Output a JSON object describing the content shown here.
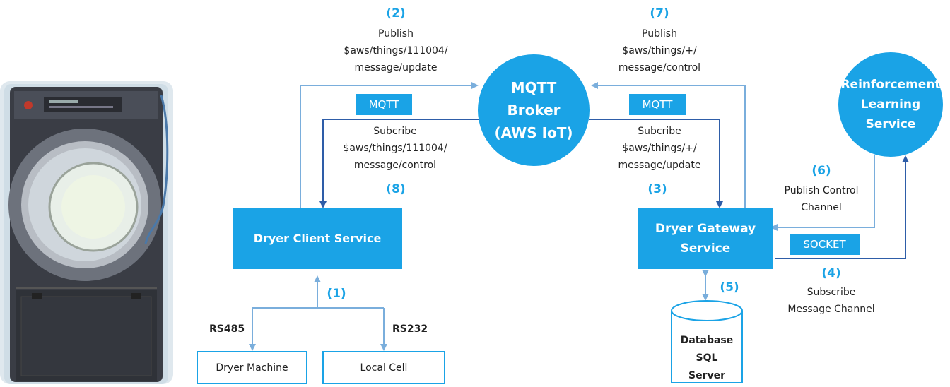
{
  "colors": {
    "accent": "#1aa3e6",
    "arrow_light": "#7aaedc",
    "arrow_dark": "#2e5da8"
  },
  "photo": {
    "icon": "dryer-machine-photo"
  },
  "broker": {
    "lines": [
      "MQTT",
      "Broker",
      "(AWS IoT)"
    ]
  },
  "rl_service": {
    "lines": [
      "Reinforcement",
      "Learning",
      "Service"
    ]
  },
  "client_service": {
    "label": "Dryer Client Service"
  },
  "gateway_service": {
    "lines": [
      "Dryer Gateway",
      "Service"
    ]
  },
  "tags": {
    "mqtt_left": "MQTT",
    "mqtt_right": "MQTT",
    "socket": "SOCKET"
  },
  "steps": {
    "s1": {
      "num": "(1)"
    },
    "s2": {
      "num": "(2)",
      "lines": [
        "Publish",
        "$aws/things/111004/",
        "message/update"
      ]
    },
    "s3": {
      "num": "(3)",
      "lines": [
        "Subcribe",
        "$aws/things/+/",
        "message/update"
      ]
    },
    "s4": {
      "num": "(4)",
      "lines": [
        "Subscribe",
        "Message Channel"
      ]
    },
    "s5": {
      "num": "(5)"
    },
    "s6": {
      "num": "(6)",
      "lines": [
        "Publish Control",
        "Channel"
      ]
    },
    "s7": {
      "num": "(7)",
      "lines": [
        "Publish",
        "$aws/things/+/",
        "message/control"
      ]
    },
    "s8": {
      "num": "(8)",
      "lines": [
        "Subcribe",
        "$aws/things/111004/",
        "message/control"
      ]
    }
  },
  "rs485": "RS485",
  "rs232": "RS232",
  "dryer_machine": "Dryer Machine",
  "local_cell": "Local Cell",
  "database": {
    "lines": [
      "Database",
      "SQL",
      "Server"
    ]
  }
}
